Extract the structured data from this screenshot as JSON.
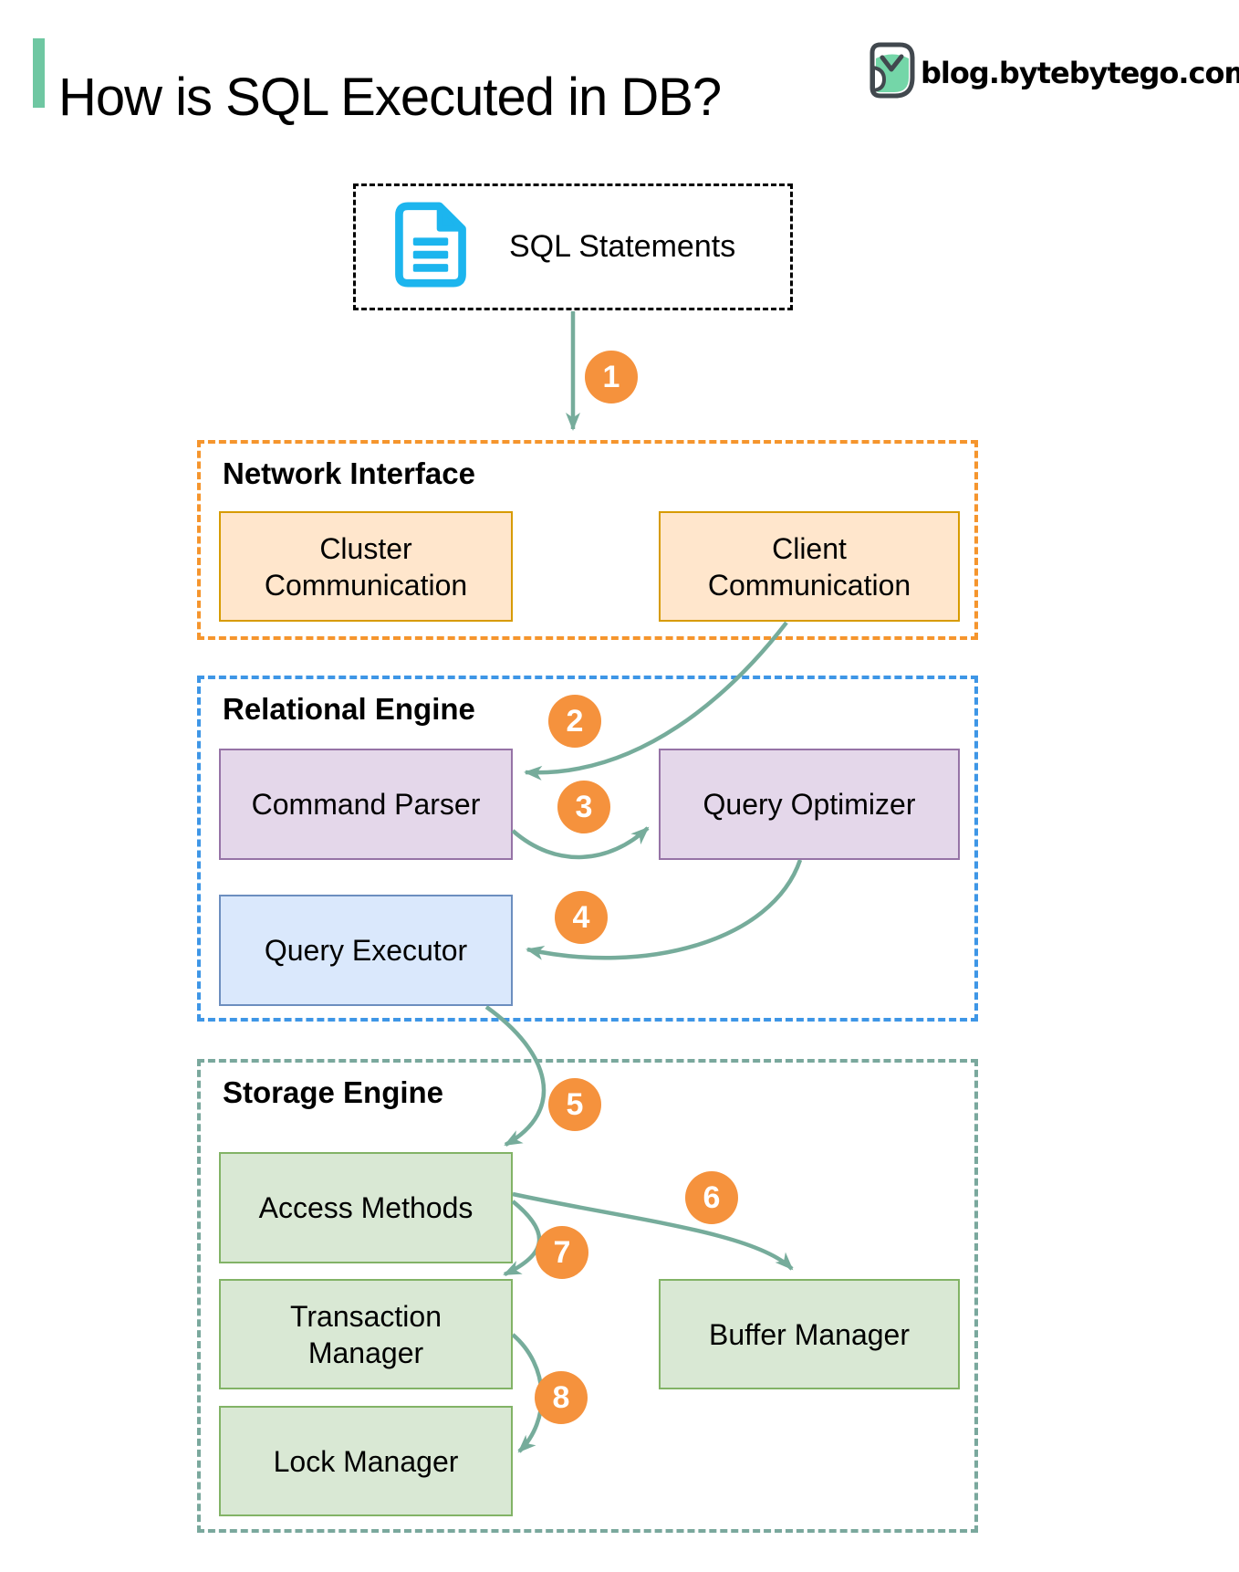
{
  "page": {
    "title": "How is SQL Executed in DB?",
    "brand": "blog.bytebytego.com"
  },
  "source_box": {
    "label": "SQL Statements",
    "icon": "sql-document-icon"
  },
  "steps": [
    "1",
    "2",
    "3",
    "4",
    "5",
    "6",
    "7",
    "8"
  ],
  "sections": {
    "network": {
      "title": "Network Interface",
      "boxes": [
        {
          "label": "Cluster\nCommunication"
        },
        {
          "label": "Client\nCommunication"
        }
      ]
    },
    "relational": {
      "title": "Relational Engine",
      "boxes": [
        {
          "label": "Command Parser"
        },
        {
          "label": "Query Optimizer"
        },
        {
          "label": "Query Executor"
        }
      ]
    },
    "storage": {
      "title": "Storage Engine",
      "boxes": [
        {
          "label": "Access Methods"
        },
        {
          "label": "Transaction\nManager"
        },
        {
          "label": "Buffer Manager"
        },
        {
          "label": "Lock Manager"
        }
      ]
    }
  },
  "flow": [
    {
      "step": "1",
      "from": "SQL Statements",
      "to": "Network Interface"
    },
    {
      "step": "2",
      "from": "Client Communication",
      "to": "Command Parser"
    },
    {
      "step": "3",
      "from": "Command Parser",
      "to": "Query Optimizer"
    },
    {
      "step": "4",
      "from": "Query Optimizer",
      "to": "Query Executor"
    },
    {
      "step": "5",
      "from": "Query Executor",
      "to": "Access Methods"
    },
    {
      "step": "6",
      "from": "Access Methods",
      "to": "Buffer Manager"
    },
    {
      "step": "7",
      "from": "Access Methods",
      "to": "Transaction Manager"
    },
    {
      "step": "8",
      "from": "Transaction Manager",
      "to": "Lock Manager"
    }
  ],
  "colors": {
    "accent_teal": "#6FC7A2",
    "arrow_teal": "#76AC9B",
    "step_circle_orange": "#F5923D",
    "network_border": "#F5952D",
    "network_box_fill": "#FFE6CC",
    "network_box_border": "#D79B00",
    "relational_border": "#3E96E6",
    "purple_box_fill": "#E4D7EA",
    "purple_box_border": "#9673A6",
    "executor_box_fill": "#DAE8FC",
    "executor_box_border": "#6C8EBF",
    "storage_border": "#7AA89D",
    "green_box_fill": "#D9E8D4",
    "green_box_border": "#82B366",
    "sql_icon_cyan": "#1CB5EE",
    "logo_mint": "#74D6A8",
    "logo_outline": "#41484E"
  }
}
